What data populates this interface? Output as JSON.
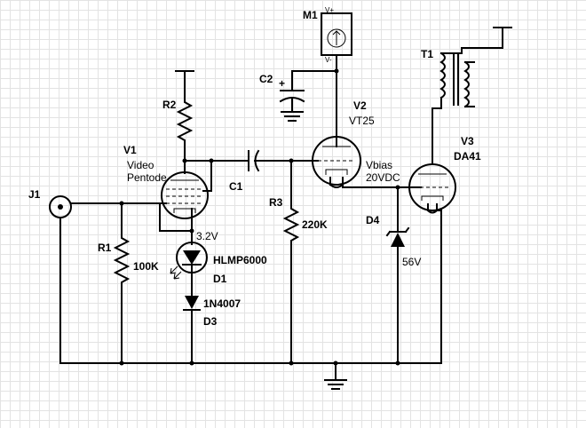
{
  "components": {
    "j1": {
      "ref": "J1"
    },
    "r1": {
      "ref": "R1",
      "value": "100K"
    },
    "r2": {
      "ref": "R2"
    },
    "r3": {
      "ref": "R3",
      "value": "220K"
    },
    "c1": {
      "ref": "C1"
    },
    "c2": {
      "ref": "C2",
      "polarity": "+"
    },
    "v1": {
      "ref": "V1",
      "line1": "Video",
      "line2": "Pentode"
    },
    "v2": {
      "ref": "V2",
      "type": "VT25"
    },
    "v3": {
      "ref": "V3",
      "type": "DA41"
    },
    "d1": {
      "ref": "D1",
      "part": "HLMP6000",
      "voltage": "3.2V"
    },
    "d3": {
      "ref": "D3",
      "part": "1N4007"
    },
    "d4": {
      "ref": "D4",
      "value": "56V"
    },
    "m1": {
      "ref": "M1",
      "vplus": "V+",
      "vminus": "V-"
    },
    "t1": {
      "ref": "T1"
    },
    "vbias": {
      "line1": "Vbias",
      "line2": "20VDC"
    }
  },
  "colors": {
    "wire": "#000000",
    "grid": "#e3e3e3",
    "background": "#ffffff"
  }
}
